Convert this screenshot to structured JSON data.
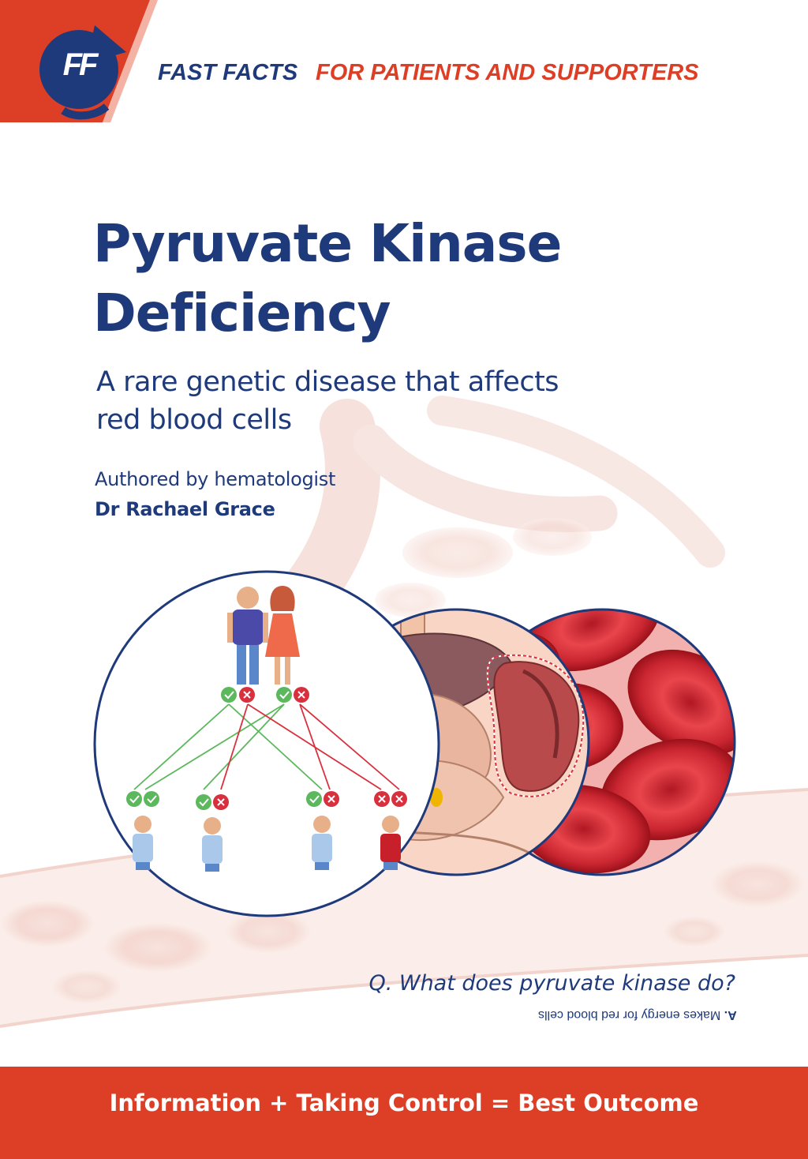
{
  "series_banner": {
    "logo_letters": "FF",
    "brand_primary": "FAST FACTS",
    "brand_secondary": "FOR PATIENTS AND SUPPORTERS"
  },
  "title": {
    "line1": "Pyruvate Kinase",
    "line2": "Deficiency"
  },
  "subtitle": {
    "line1": "A rare genetic disease that affects",
    "line2": "red blood cells"
  },
  "authorship": {
    "authored_by": "Authored by hematologist",
    "author": "Dr Rachael Grace"
  },
  "illustrations": [
    {
      "name": "inheritance-pedigree",
      "parents": [
        "father",
        "mother"
      ],
      "children_status": [
        "unaffected",
        "carrier",
        "carrier",
        "affected"
      ]
    },
    {
      "name": "enlarged-spleen-anatomy"
    },
    {
      "name": "red-blood-cells-closeup"
    }
  ],
  "quiz": {
    "question": "Q. What does pyruvate kinase do?",
    "answer_label": "A.",
    "answer": "Makes energy for red blood cells"
  },
  "tagline": "Information + Taking Control = Best Outcome",
  "colors": {
    "navy": "#1f3a7a",
    "red": "#dd3f26",
    "check_green": "#5cb85c",
    "cross_red": "#d9303e",
    "blood_red": "#c8202b"
  }
}
